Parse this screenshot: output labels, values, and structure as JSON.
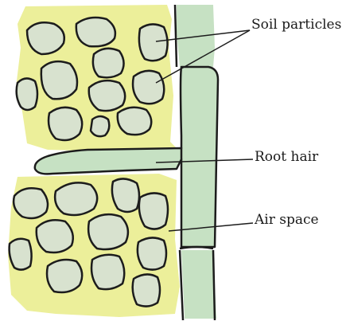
{
  "labels": {
    "soil_particles": "Soil particles",
    "root_hair": "Root hair",
    "air_space": "Air space"
  },
  "colors": {
    "soil_fill": "#ecef9a",
    "particle_fill": "#d8e2cf",
    "root_fill": "#c6e1c3",
    "outline": "#1c1c1c"
  }
}
